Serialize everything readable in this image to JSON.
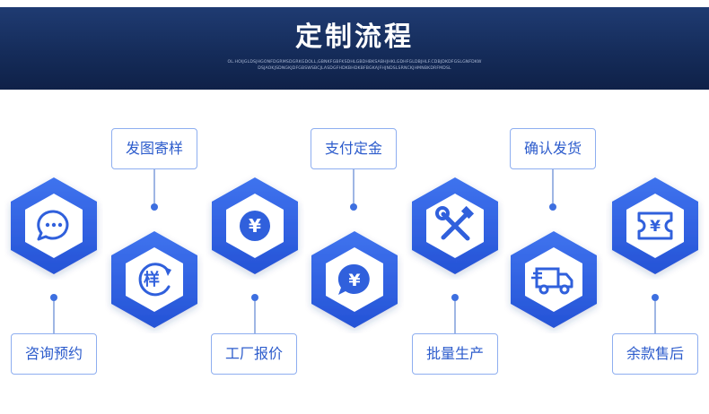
{
  "header": {
    "title": "定制流程",
    "subtitle_line1": "OL.HOIJGLDSJHGONFDGRMSDGRKGDOLL,GBNKFGBFKSDHLGBDHBKSABHJHKLGDHFGLDBJHLF.CDBJDKDFGSLGNFDKW",
    "subtitle_line2": "DSJAOKJSDNGKJDFGBSWSBCJLASDGFHDKBHDKBFBGKAJFHJNDSLSRNCKJHMNBKDRFMDSL"
  },
  "colors": {
    "header_bg": "#1a3366",
    "accent": "#2d5ccc",
    "hex_fill": "#3563e0",
    "label_border": "#8eaef0"
  },
  "steps": [
    {
      "label": "咨询预约",
      "icon": "chat-bubble-icon"
    },
    {
      "label": "发图寄样",
      "icon": "sample-cycle-icon",
      "icon_text": "样"
    },
    {
      "label": "工厂报价",
      "icon": "yen-coin-icon",
      "icon_text": "¥"
    },
    {
      "label": "支付定金",
      "icon": "yen-chat-icon",
      "icon_text": "¥"
    },
    {
      "label": "批量生产",
      "icon": "tools-icon"
    },
    {
      "label": "确认发货",
      "icon": "delivery-truck-icon"
    },
    {
      "label": "余款售后",
      "icon": "yen-ticket-icon",
      "icon_text": "¥"
    }
  ]
}
